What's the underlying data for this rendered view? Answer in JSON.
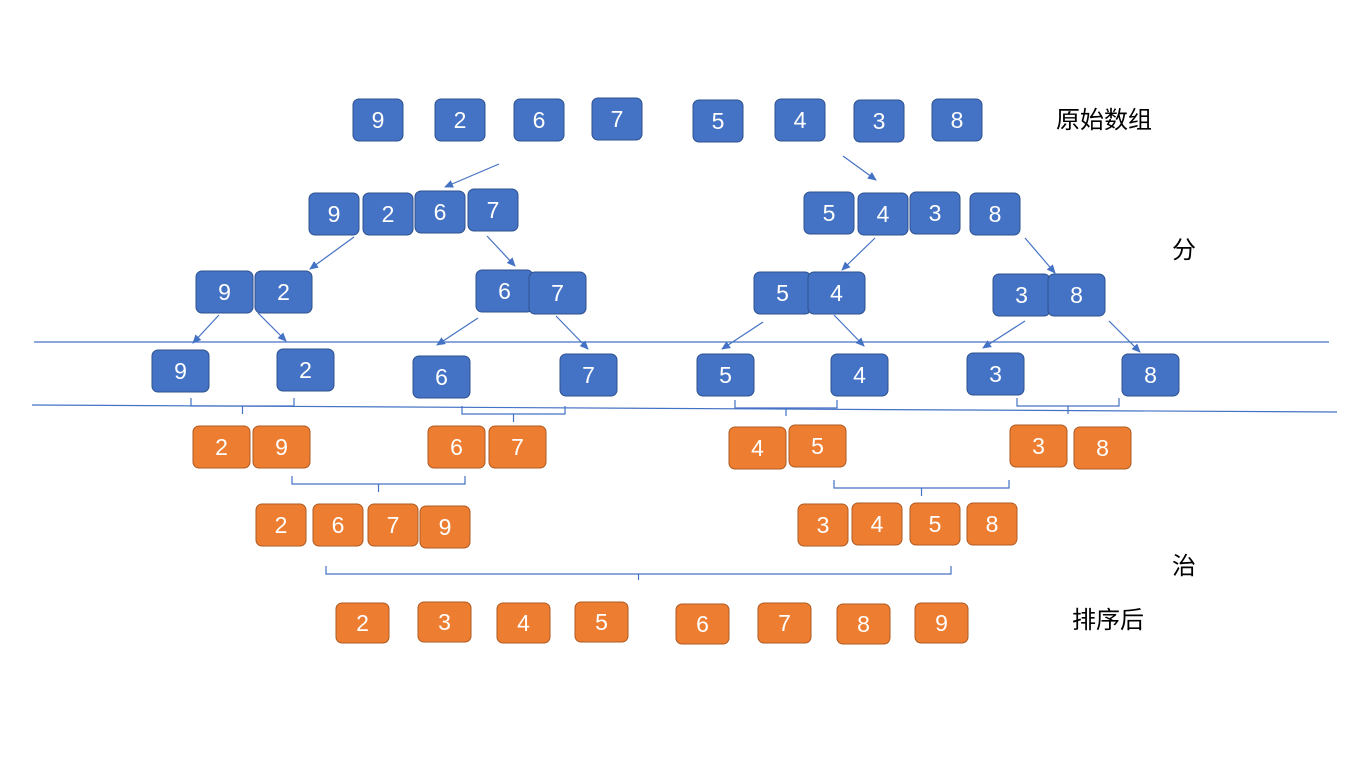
{
  "colors": {
    "split_box": "#4472C4",
    "split_box_border": "#2F528F",
    "merge_box": "#ED7D31",
    "merge_box_border": "#AE5A21",
    "connector": "#4472C4"
  },
  "labels": {
    "original": "原始数组",
    "divide": "分",
    "conquer": "治",
    "sorted": "排序后"
  },
  "split_levels": [
    [
      "9",
      "2",
      "6",
      "7",
      "5",
      "4",
      "3",
      "8"
    ],
    [
      "9",
      "2",
      "6",
      "7",
      "5",
      "4",
      "3",
      "8"
    ],
    [
      "9",
      "2",
      "6",
      "7",
      "5",
      "4",
      "3",
      "8"
    ],
    [
      "9",
      "2",
      "6",
      "7",
      "5",
      "4",
      "3",
      "8"
    ]
  ],
  "merge_levels": [
    [
      "2",
      "9",
      "6",
      "7",
      "4",
      "5",
      "3",
      "8"
    ],
    [
      "2",
      "6",
      "7",
      "9",
      "3",
      "4",
      "5",
      "8"
    ],
    [
      "2",
      "3",
      "4",
      "5",
      "6",
      "7",
      "8",
      "9"
    ]
  ]
}
